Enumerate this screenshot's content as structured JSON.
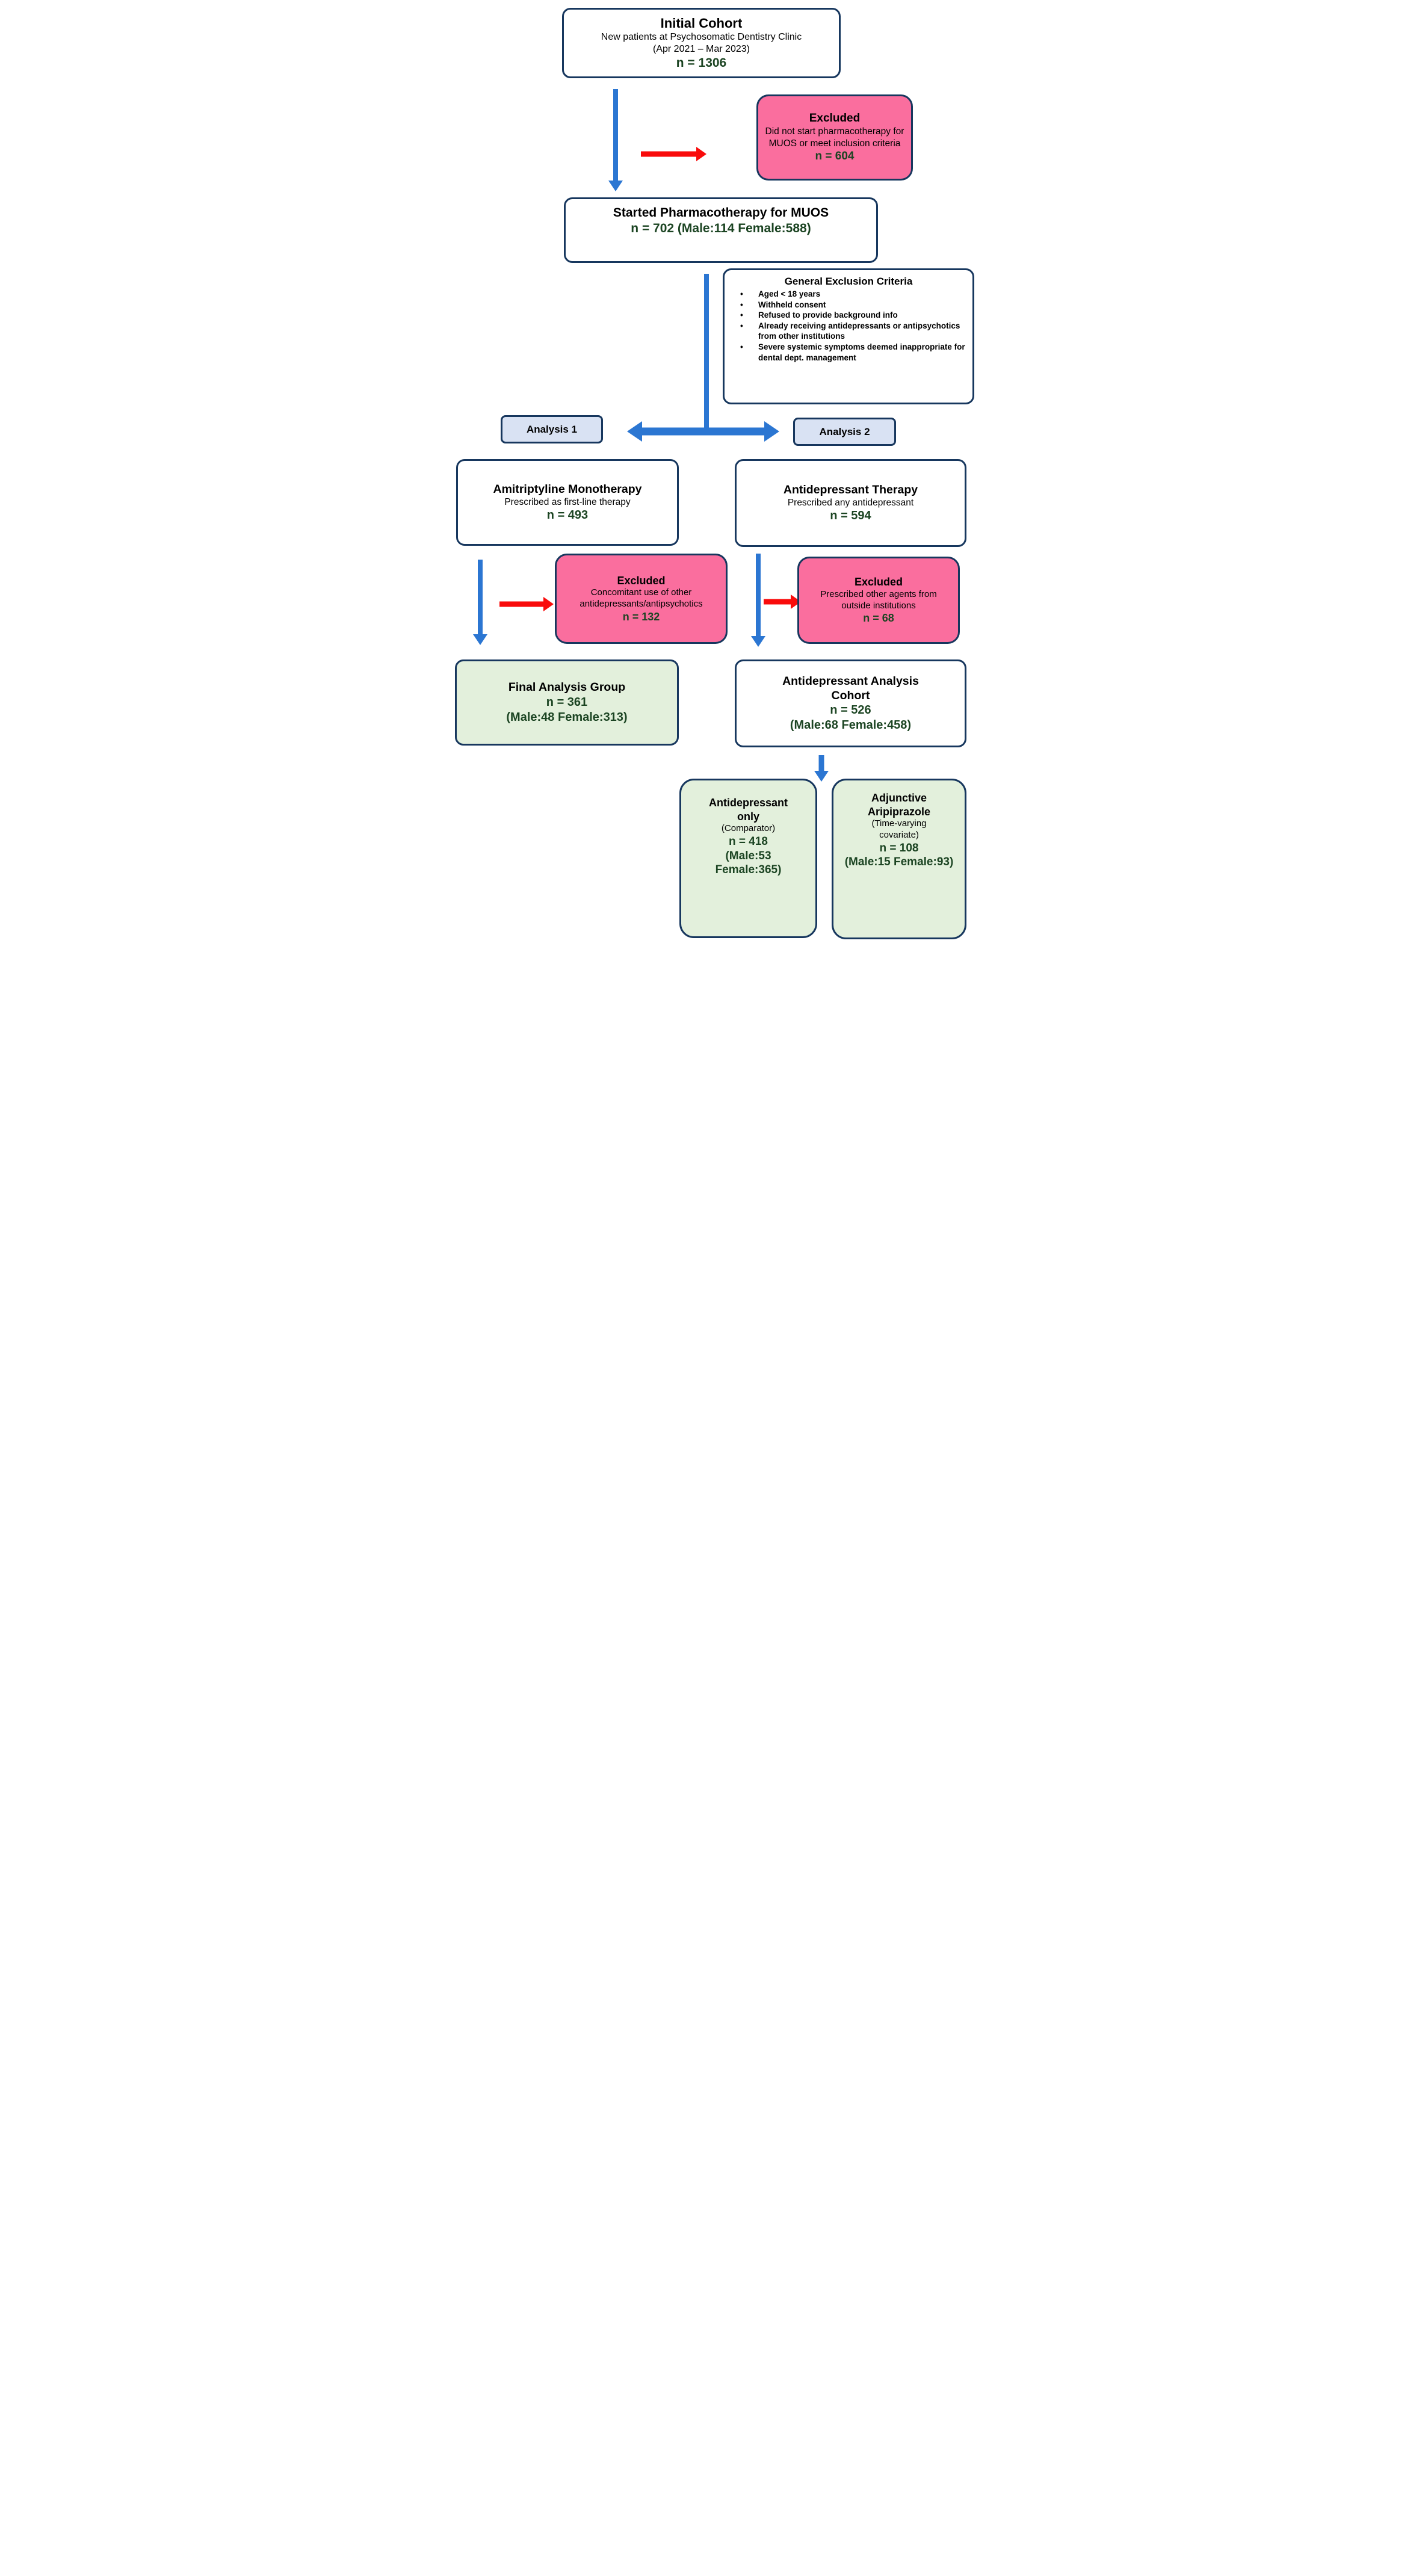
{
  "colors": {
    "border_navy": "#17375E",
    "arrow_blue": "#2B76D2",
    "arrow_red": "#F90B0B",
    "excluded_pink": "#FA6E9E",
    "group_green": "#E3F0DC",
    "analysis_blue": "#D9E2F3",
    "n_text_green": "#1B4422"
  },
  "boxes": {
    "initial_cohort": {
      "title": "Initial Cohort",
      "line1": "New patients at Psychosomatic Dentistry Clinic",
      "line2": "(Apr 2021 – Mar 2023)",
      "n": "n = 1306"
    },
    "excluded_top": {
      "title": "Excluded",
      "body": "Did not start pharmacotherapy for MUOS or meet inclusion criteria",
      "n": "n = 604"
    },
    "started": {
      "title": "Started Pharmacotherapy for MUOS",
      "n": "n = 702 (Male:114 Female:588)"
    },
    "general_exclusion": {
      "title": "General Exclusion Criteria",
      "bullets": [
        "Aged < 18 years",
        "Withheld consent",
        "Refused to provide background info",
        "Already receiving antidepressants or antipsychotics from other institutions",
        "Severe systemic symptoms deemed inappropriate for dental dept. management"
      ]
    },
    "analysis1": {
      "label": "Analysis 1"
    },
    "analysis2": {
      "label": "Analysis 2"
    },
    "amitriptyline": {
      "title": "Amitriptyline Monotherapy",
      "subtitle": "Prescribed as first-line therapy",
      "n": "n = 493"
    },
    "antidepressant_therapy": {
      "title": "Antidepressant Therapy",
      "subtitle": "Prescribed any antidepressant",
      "n": "n = 594"
    },
    "excluded_left": {
      "title": "Excluded",
      "body": "Concomitant use of other antidepressants/antipsychotics",
      "n": "n = 132"
    },
    "excluded_right": {
      "title": "Excluded",
      "body": "Prescribed other agents from outside institutions",
      "n": "n = 68"
    },
    "final_analysis": {
      "title": "Final Analysis Group",
      "n": "n = 361",
      "breakdown": "(Male:48 Female:313)"
    },
    "antidepressant_cohort": {
      "title": "Antidepressant Analysis Cohort",
      "n": "n = 526",
      "breakdown": "(Male:68 Female:458)"
    },
    "antidepressant_only": {
      "title": "Antidepressant only",
      "subtitle": "(Comparator)",
      "n": "n = 418",
      "breakdown": "(Male:53 Female:365)"
    },
    "adjunctive_aripiprazole": {
      "title": "Adjunctive Aripiprazole",
      "subtitle": "(Time-varying covariate)",
      "n": "n = 108",
      "breakdown": "(Male:15 Female:93)"
    }
  }
}
